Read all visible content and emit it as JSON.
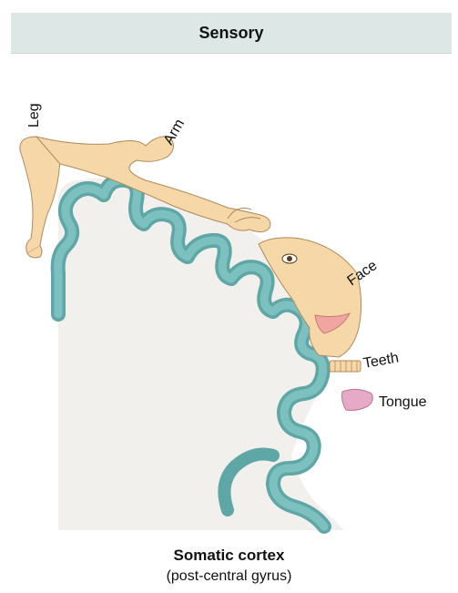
{
  "header": {
    "title": "Sensory"
  },
  "labels": {
    "leg": "Leg",
    "arm": "Arm",
    "face": "Face",
    "teeth": "Teeth",
    "tongue": "Tongue"
  },
  "caption": {
    "title": "Somatic cortex",
    "subtitle": "(post-central gyrus)"
  },
  "colors": {
    "header_bg": "#dde8e6",
    "cortex_stroke": "#5fa6a6",
    "cortex_fill": "#f2f0ec",
    "skin": "#f6d7a7",
    "skin_outline": "#b08a5a",
    "lips": "#f0a5a0",
    "tongue": "#e6a9c6"
  }
}
